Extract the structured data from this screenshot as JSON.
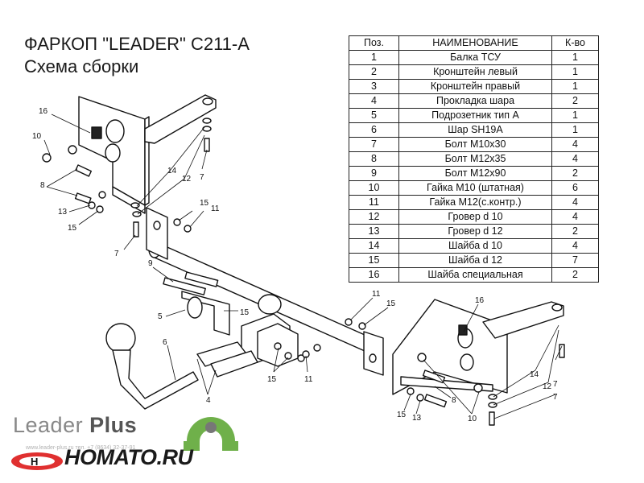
{
  "header": {
    "title": "ФАРКОП \"LEADER\" C211-A",
    "subtitle": "Схема сборки"
  },
  "table": {
    "headers": [
      "Поз.",
      "НАИМЕНОВАНИЕ",
      "К-во"
    ],
    "rows": [
      [
        "1",
        "Балка ТСУ",
        "1"
      ],
      [
        "2",
        "Кронштейн левый",
        "1"
      ],
      [
        "3",
        "Кронштейн правый",
        "1"
      ],
      [
        "4",
        "Прокладка шара",
        "2"
      ],
      [
        "5",
        "Подрозетник тип А",
        "1"
      ],
      [
        "6",
        "Шар SH19A",
        "1"
      ],
      [
        "7",
        "Болт М10х30",
        "4"
      ],
      [
        "8",
        "Болт М12х35",
        "4"
      ],
      [
        "9",
        "Болт М12х90",
        "2"
      ],
      [
        "10",
        "Гайка М10 (штатная)",
        "6"
      ],
      [
        "11",
        "Гайка М12(с.контр.)",
        "4"
      ],
      [
        "12",
        "Гровер d 10",
        "4"
      ],
      [
        "13",
        "Гровер d 12",
        "2"
      ],
      [
        "14",
        "Шайба d 10",
        "4"
      ],
      [
        "15",
        "Шайба d 12",
        "7"
      ],
      [
        "16",
        "Шайба специальная",
        "2"
      ]
    ]
  },
  "callouts": {
    "c16a": "16",
    "c10a": "10",
    "c8a": "8",
    "c13a": "13",
    "c15a": "15",
    "c14a": "14",
    "c12a": "12",
    "c7a": "7",
    "c15b": "15",
    "c11a": "11",
    "c7b": "7",
    "c9": "9",
    "c5": "5",
    "c15c": "15",
    "c6": "6",
    "c4": "4",
    "c15d": "15",
    "c11b": "11",
    "c11c": "11",
    "c15e": "15",
    "c16b": "16",
    "c14b": "14",
    "c12b": "12",
    "c7c": "7",
    "c7d": "7",
    "c8b": "8",
    "c10b": "10",
    "c15f": "15",
    "c13b": "13"
  },
  "branding": {
    "brand_left": "Leader ",
    "brand_bold": "Plus",
    "website": "www.leader-plus.ru тел. +7 (8634) 32-37-91",
    "partner": "HOMATO.RU",
    "logo_color": "#6fb04a",
    "partner_icon_color": "#e03030"
  }
}
